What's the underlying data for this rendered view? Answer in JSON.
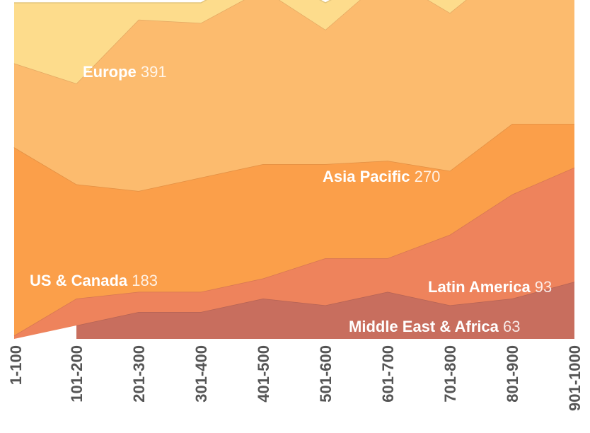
{
  "chart_data": {
    "type": "area",
    "stacked": true,
    "categories": [
      "1-100",
      "101-200",
      "201-300",
      "301-400",
      "401-500",
      "501-600",
      "601-700",
      "701-800",
      "801-900",
      "901-1000"
    ],
    "series": [
      {
        "name": "Middle East & Africa",
        "total": "63",
        "color": "#c86e5e",
        "values": [
          null,
          4,
          8,
          8,
          12,
          10,
          14,
          10,
          12,
          17
        ]
      },
      {
        "name": "Latin America",
        "total": "93",
        "color": "#ee835c",
        "values": [
          1,
          8,
          6,
          6,
          6,
          14,
          10,
          21,
          31,
          34
        ]
      },
      {
        "name": "US & Canada",
        "total": "183",
        "color": "#fb9f4a",
        "values": [
          56,
          34,
          30,
          34,
          34,
          28,
          29,
          19,
          21,
          13
        ]
      },
      {
        "name": "Asia Pacific",
        "total": "270",
        "color": "#fcbb6e",
        "values": [
          25,
          30,
          51,
          46,
          52,
          40,
          55,
          47,
          48,
          51
        ]
      },
      {
        "name": "Europe",
        "total": "391",
        "color": "#fddc8c",
        "values": [
          18,
          24,
          5,
          6,
          6,
          8,
          2,
          13,
          8,
          6
        ]
      }
    ],
    "ylim": [
      0,
      100
    ],
    "xlabel": "",
    "ylabel": ""
  }
}
